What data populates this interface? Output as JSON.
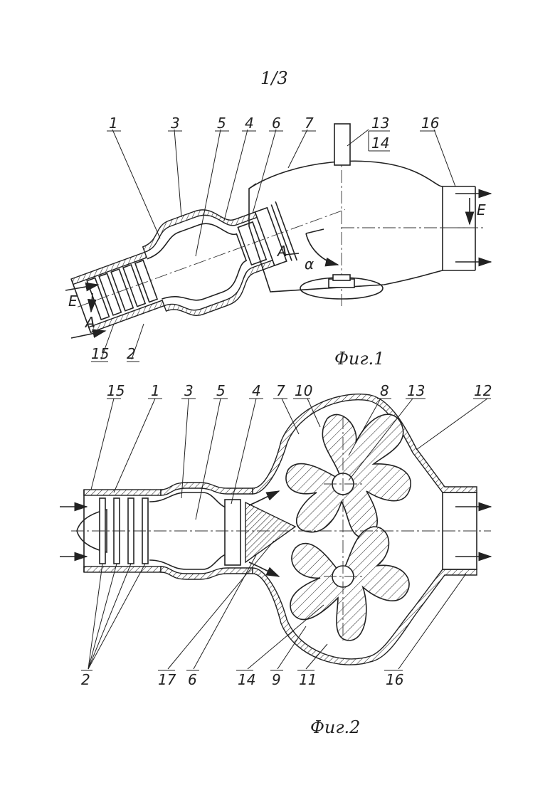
{
  "sheet": {
    "page_number": "1/3"
  },
  "fig1": {
    "caption": "Фиг.1",
    "labels": {
      "l1": "1",
      "l3": "3",
      "l5": "5",
      "l4": "4",
      "l6": "6",
      "l7": "7",
      "l13": "13",
      "l14": "14",
      "l16": "16",
      "l15": "15",
      "l2": "2",
      "E_left": "E",
      "A_left": "A",
      "A_mid": "A",
      "E_right": "E",
      "alpha": "α"
    }
  },
  "fig2": {
    "caption": "Фиг.2",
    "labels": {
      "l15": "15",
      "l1": "1",
      "l3": "3",
      "l5": "5",
      "l4": "4",
      "l7": "7",
      "l10": "10",
      "l8": "8",
      "l13": "13",
      "l12": "12",
      "l2": "2",
      "l17": "17",
      "l6": "6",
      "l14": "14",
      "l9": "9",
      "l11": "11",
      "l16": "16"
    }
  }
}
